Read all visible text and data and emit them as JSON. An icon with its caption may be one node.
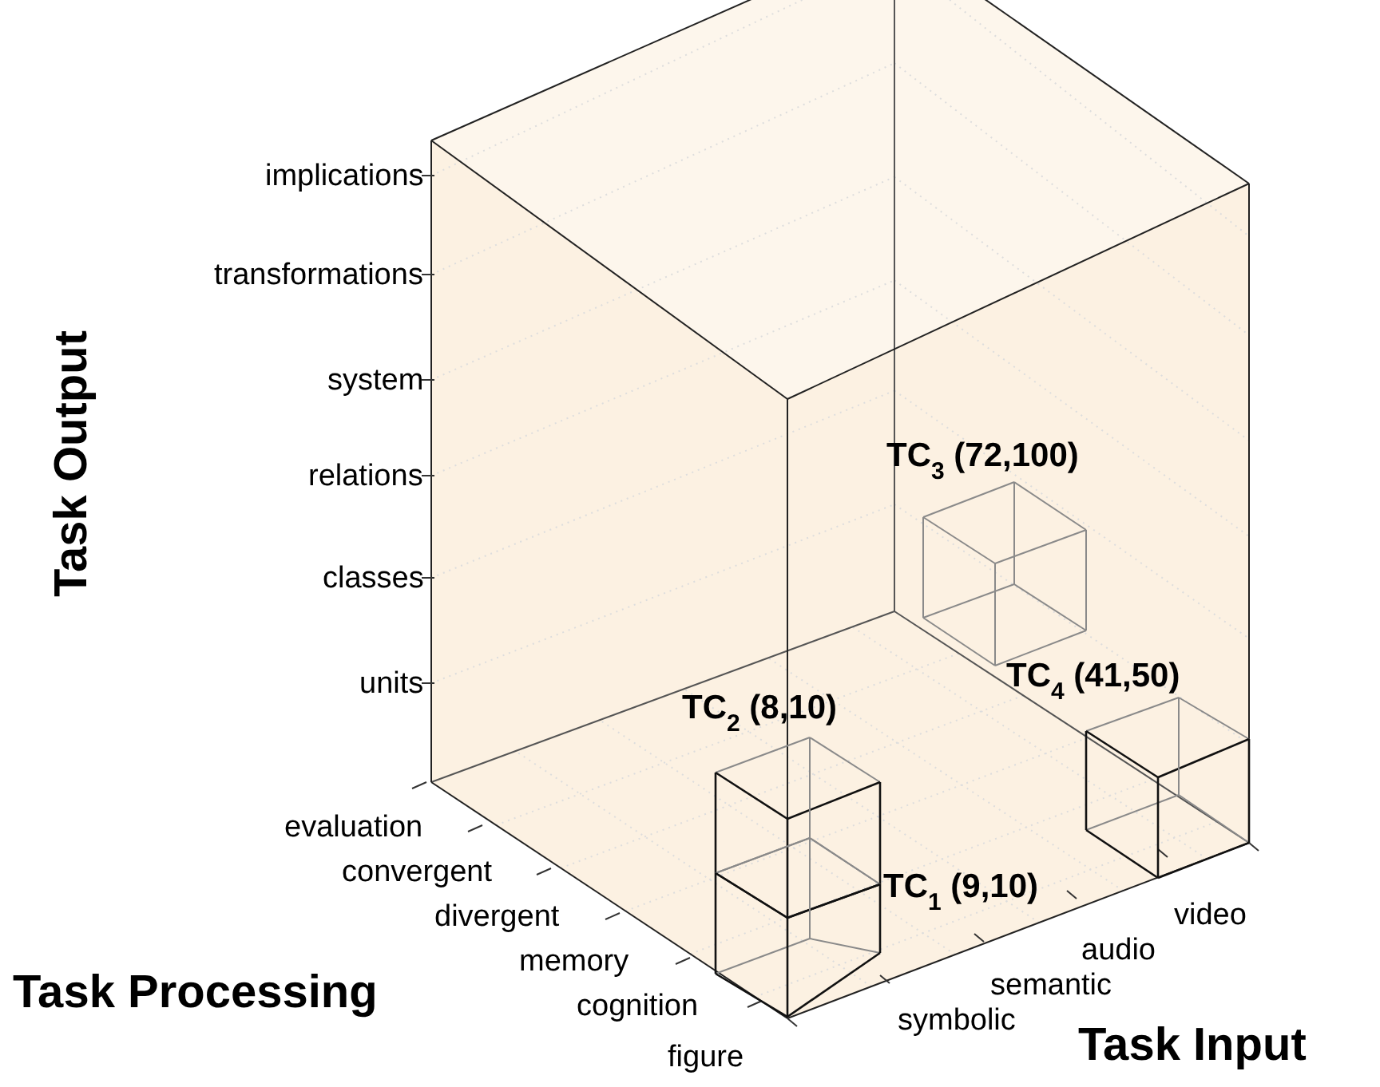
{
  "diagram": {
    "nodes": [
      {
        "text": [
          "TC$_{3}$ (72,100)"
        ]
      },
      {
        "text": [
          "TC$_{4}$ (41,50)"
        ]
      },
      {
        "text": [
          "TC$_{2}$ (8,10)"
        ]
      },
      {
        "text": [
          "TC$_{1}$ (9,10)"
        ]
      }
    ],
    "edges": [],
    "labels": [
      "Task Output",
      "implications",
      "transformations",
      "system",
      "relations",
      "classes",
      "units",
      "evaluation",
      "convergent",
      "divergent",
      "memory",
      "cognition",
      "Task Processing",
      "figure",
      "symbolic",
      "semantic",
      "audio",
      "video",
      "Task Input"
    ]
  }
}
